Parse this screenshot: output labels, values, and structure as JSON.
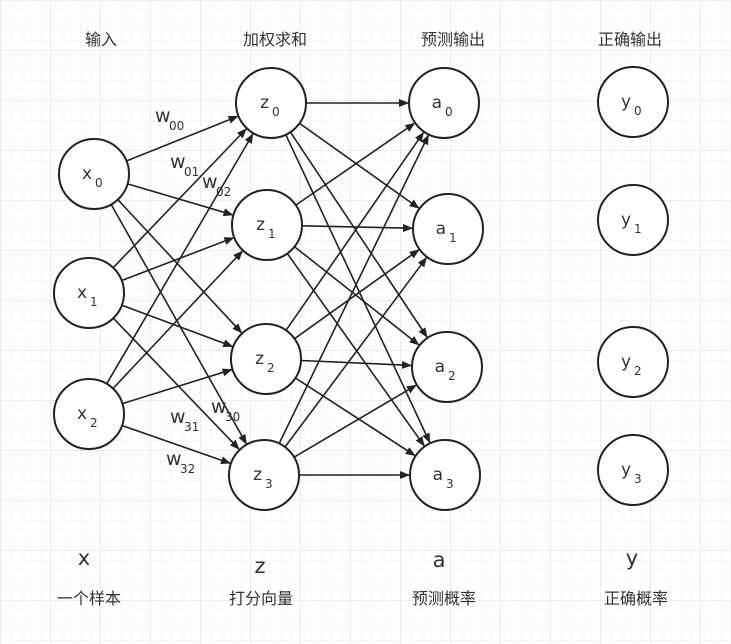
{
  "headers": {
    "input": "输入",
    "weighted_sum": "加权求和",
    "predicted_output": "预测输出",
    "correct_output": "正确输出"
  },
  "nodes": {
    "x": [
      {
        "base": "x",
        "sub": "0"
      },
      {
        "base": "x",
        "sub": "1"
      },
      {
        "base": "x",
        "sub": "2"
      }
    ],
    "z": [
      {
        "base": "z",
        "sub": "0"
      },
      {
        "base": "z",
        "sub": "1"
      },
      {
        "base": "z",
        "sub": "2"
      },
      {
        "base": "z",
        "sub": "3"
      }
    ],
    "a": [
      {
        "base": "a",
        "sub": "0"
      },
      {
        "base": "a",
        "sub": "1"
      },
      {
        "base": "a",
        "sub": "2"
      },
      {
        "base": "a",
        "sub": "3"
      }
    ],
    "y": [
      {
        "base": "y",
        "sub": "0"
      },
      {
        "base": "y",
        "sub": "1"
      },
      {
        "base": "y",
        "sub": "2"
      },
      {
        "base": "y",
        "sub": "3"
      }
    ]
  },
  "weights": [
    {
      "base": "w",
      "sub": "00"
    },
    {
      "base": "w",
      "sub": "01"
    },
    {
      "base": "w",
      "sub": "02"
    },
    {
      "base": "w",
      "sub": "30"
    },
    {
      "base": "w",
      "sub": "31"
    },
    {
      "base": "w",
      "sub": "32"
    }
  ],
  "footer": {
    "symbols": {
      "x": "x",
      "z": "z",
      "a": "a",
      "y": "y"
    },
    "captions": {
      "x": "一个样本",
      "z": "打分向量",
      "a": "预测概率",
      "y": "正确概率"
    }
  }
}
